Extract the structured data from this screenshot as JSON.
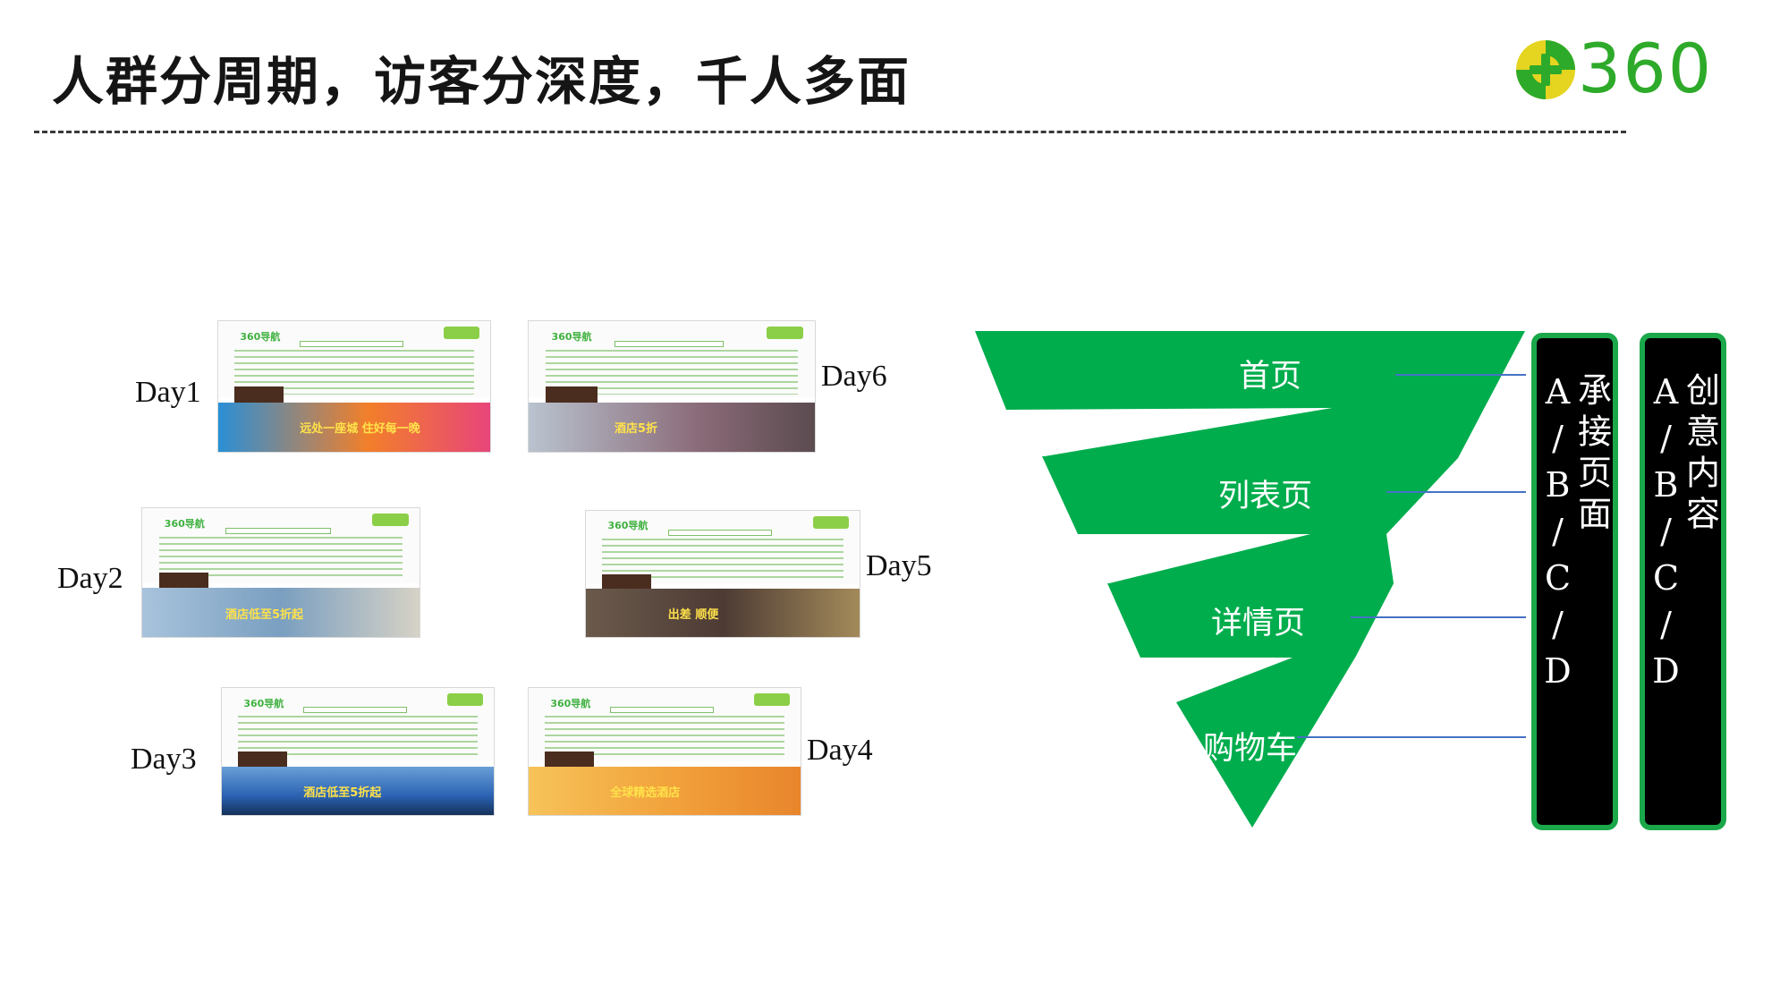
{
  "header": {
    "title": "人群分周期，访客分深度，千人多面",
    "logo_text": "360",
    "logo_icon": "plus-circle-icon",
    "brand_color": "#2eaa2a"
  },
  "days": [
    {
      "label": "Day1",
      "brand": "360导航",
      "banner_text": "远处一座城 住好每一晚",
      "banner_color": "#2a8fd6"
    },
    {
      "label": "Day6",
      "brand": "360导航",
      "banner_text": "酒店5折",
      "banner_color": "#8a6a78"
    },
    {
      "label": "Day2",
      "brand": "360导航",
      "banner_text": "酒店低至5折起",
      "banner_color": "#7a9fc0"
    },
    {
      "label": "Day5",
      "brand": "360导航",
      "banner_text": "出差 顺便",
      "banner_color": "#4d3b34"
    },
    {
      "label": "Day3",
      "brand": "360导航",
      "banner_text": "酒店低至5折起",
      "banner_color": "#2b63b3"
    },
    {
      "label": "Day4",
      "brand": "360导航",
      "banner_text": "全球精选酒店",
      "banner_color": "#f2a33c"
    }
  ],
  "funnel": {
    "color": "#00ad4d",
    "line_color": "#4472c4",
    "stages": [
      "首页",
      "列表页",
      "详情页",
      "购物车"
    ]
  },
  "boxes": [
    {
      "text": "承接页面A/B/C/D"
    },
    {
      "text": "创意内容A/B/C/D"
    }
  ]
}
